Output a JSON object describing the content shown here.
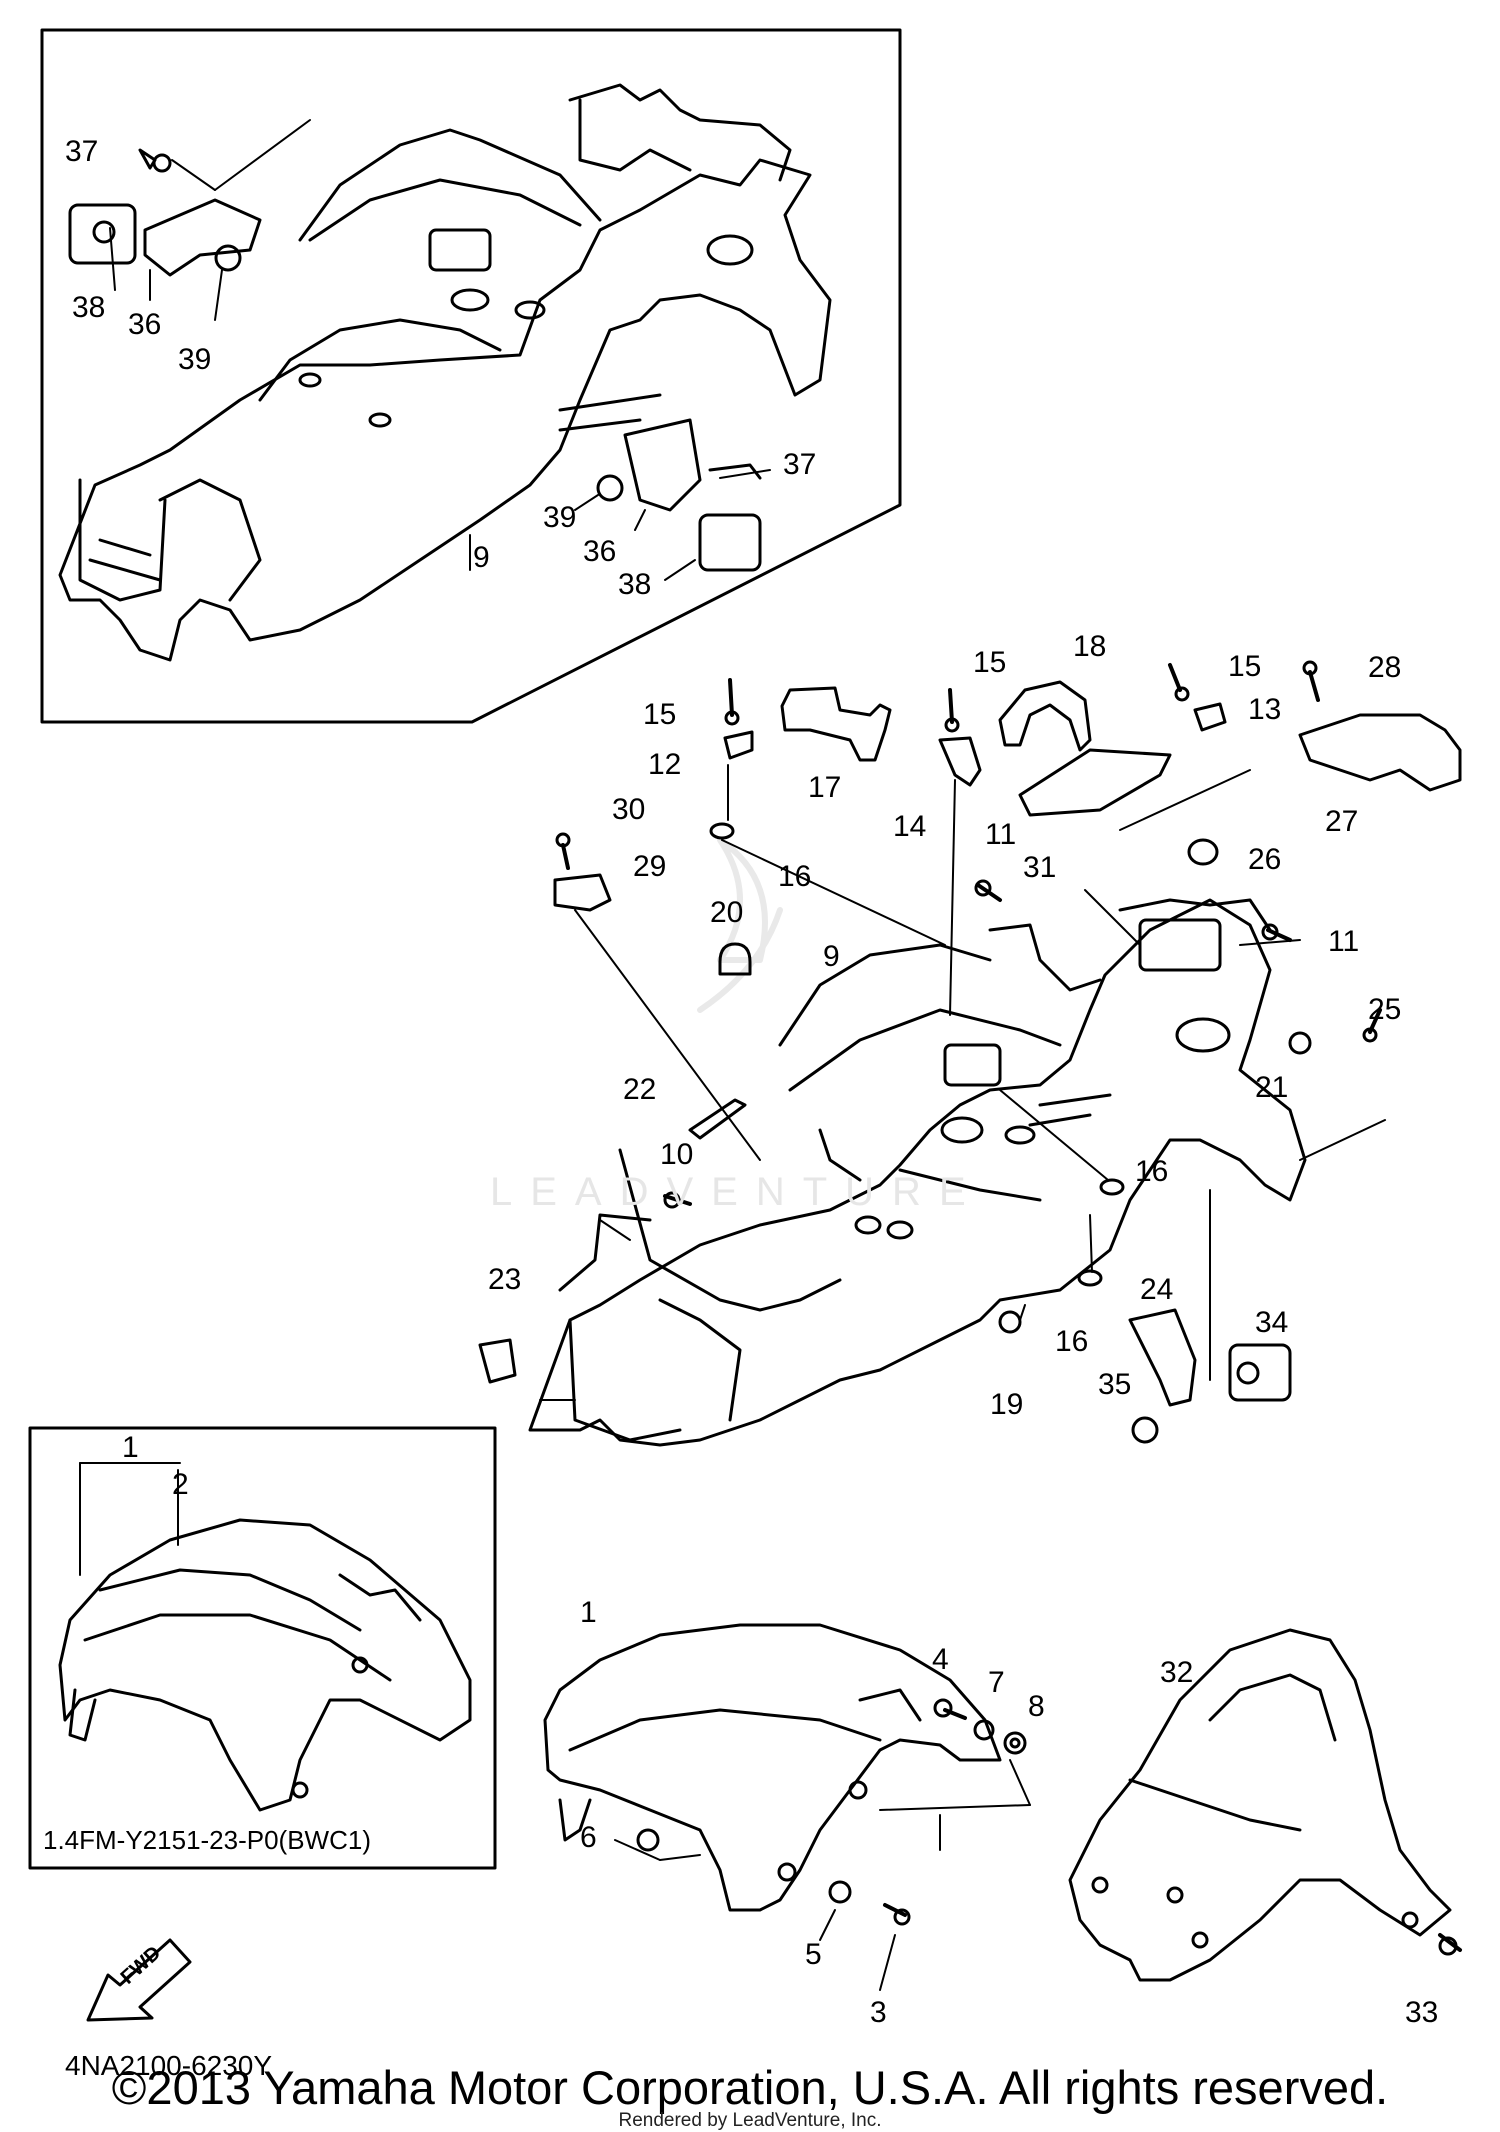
{
  "diagram_code": "4NA2100-6230Y",
  "inset_caption": "1.4FM-Y2151-23-P0(BWC1)",
  "copyright": "©2013 Yamaha Motor Corporation, U.S.A. All rights reserved.",
  "rendered_by": "Rendered by LeadVenture, Inc.",
  "watermark": "LEADVENTURE",
  "fwd_label": "FWD",
  "callouts": {
    "c1": "1",
    "c2": "2",
    "c3": "3",
    "c4": "4",
    "c5": "5",
    "c6": "6",
    "c7": "7",
    "c8": "8",
    "c9": "9",
    "c10": "10",
    "c11": "11",
    "c12": "12",
    "c13": "13",
    "c14": "14",
    "c15": "15",
    "c16": "16",
    "c17": "17",
    "c18": "18",
    "c19": "19",
    "c20": "20",
    "c21": "21",
    "c22": "22",
    "c23": "23",
    "c24": "24",
    "c25": "25",
    "c26": "26",
    "c27": "27",
    "c28": "28",
    "c29": "29",
    "c30": "30",
    "c31": "31",
    "c32": "32",
    "c33": "33",
    "c34": "34",
    "c35": "35",
    "c36": "36",
    "c37": "37",
    "c38": "38",
    "c39": "39"
  }
}
